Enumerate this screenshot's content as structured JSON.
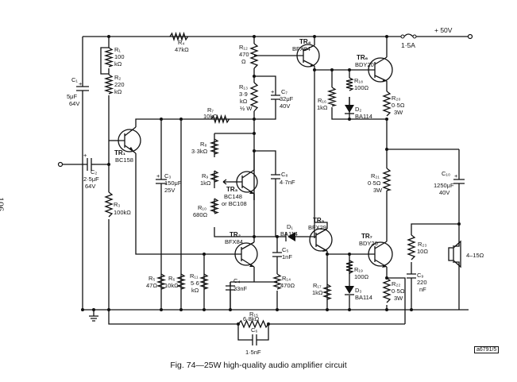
{
  "page_number": "106",
  "caption": "Fig. 74—25W high-quality audio amplifier circuit",
  "reference": "a6791/5",
  "supply": "+ 50V",
  "fuse": "1·5A",
  "components": {
    "R1": [
      "R₁",
      "100",
      "kΩ"
    ],
    "R2": [
      "R₂",
      "220",
      "kΩ"
    ],
    "R3": [
      "R₃",
      "100kΩ"
    ],
    "R4": [
      "R₄",
      "47kΩ"
    ],
    "R5": [
      "R₅",
      "47Ω"
    ],
    "R6": [
      "R₆",
      "10kΩ"
    ],
    "R7": [
      "R₇",
      "10kΩ"
    ],
    "R8": [
      "R₈",
      "3·3kΩ"
    ],
    "R9": [
      "R₉",
      "1kΩ"
    ],
    "R10": [
      "R₁₀",
      "680Ω"
    ],
    "R11": [
      "R₁₁",
      "5·6",
      "kΩ"
    ],
    "R12": [
      "R₁₂",
      "470",
      "Ω"
    ],
    "R13": [
      "R₁₃",
      "3·9",
      "kΩ",
      "½ W"
    ],
    "R14": [
      "R₁₄",
      "470Ω"
    ],
    "R15": [
      "R₁₅",
      "6·8kΩ"
    ],
    "R16": [
      "R₁₆",
      "1kΩ"
    ],
    "R17": [
      "R₁₇",
      "1kΩ"
    ],
    "R18": [
      "R₁₈",
      "100Ω"
    ],
    "R19": [
      "R₁₉",
      "100Ω"
    ],
    "R20": [
      "R₂₀",
      "0·5Ω",
      "3W"
    ],
    "R21": [
      "R₂₁",
      "0·5Ω",
      "3W"
    ],
    "R22": [
      "R₂₂",
      "0·5Ω",
      "3W"
    ],
    "R23": [
      "R₂₃",
      "10Ω"
    ],
    "C1": [
      "C₁",
      "5μF",
      "64V"
    ],
    "C2": [
      "C₂",
      "2·5μF",
      "64V"
    ],
    "C3": [
      "C₃",
      "150μF",
      "25V"
    ],
    "C4": [
      "C₄",
      "33nF"
    ],
    "C5": [
      "C₅",
      "1nF"
    ],
    "C6": [
      "C₆",
      "1·5nF"
    ],
    "C7": [
      "C₇",
      "32μF",
      "40V"
    ],
    "C8": [
      "C₈",
      "4·7nF"
    ],
    "C9": [
      "C₉",
      "220",
      "nF"
    ],
    "C10": [
      "C₁₀",
      "1250μF",
      "40V"
    ],
    "TR1": [
      "TR₁",
      "BC158"
    ],
    "TR2": [
      "TR₂",
      "BFX84"
    ],
    "TR3": [
      "TR₃",
      "BC148",
      "or BC108"
    ],
    "TR4": [
      "TR₄",
      "BFX84"
    ],
    "TR5": [
      "TR₅",
      "BFX29"
    ],
    "TR6": [
      "TR₆",
      "BDY20"
    ],
    "TR7": [
      "TR₇",
      "BDY20"
    ],
    "D1": [
      "D₁",
      "BA114"
    ],
    "D2": [
      "D₂",
      "BA114"
    ],
    "D3": [
      "D₃",
      "BA114"
    ],
    "SPK": [
      "4–15Ω"
    ]
  }
}
